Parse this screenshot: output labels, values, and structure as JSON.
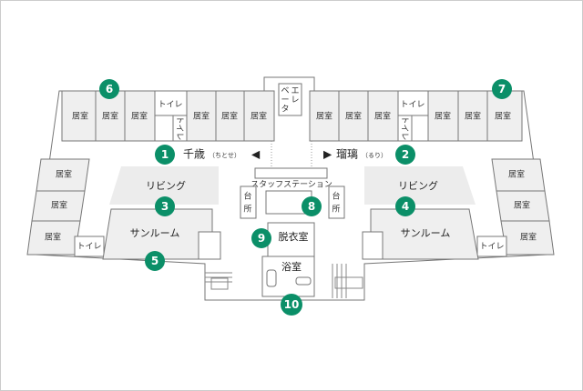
{
  "colors": {
    "badge": "#0b8f68",
    "room": "#efefef",
    "wall": "#777777"
  },
  "labels": {
    "room": "居室",
    "toilet": "トイレ",
    "elevator": [
      "エ",
      "レ",
      "ベ",
      "ー",
      "タ"
    ],
    "living": "リビング",
    "sunroom": "サンルーム",
    "staff_station": "スタッフステーション",
    "kitchen": [
      "台",
      "所"
    ],
    "changing_room": "脱衣室",
    "bathroom": "浴室"
  },
  "units": [
    {
      "name": "千歳",
      "reading": "（ちとせ）",
      "arrow": "◀"
    },
    {
      "name": "瑠璃",
      "reading": "（るり）",
      "arrow": "▶"
    }
  ],
  "badges": [
    "1",
    "2",
    "3",
    "4",
    "5",
    "6",
    "7",
    "8",
    "9",
    "10"
  ]
}
